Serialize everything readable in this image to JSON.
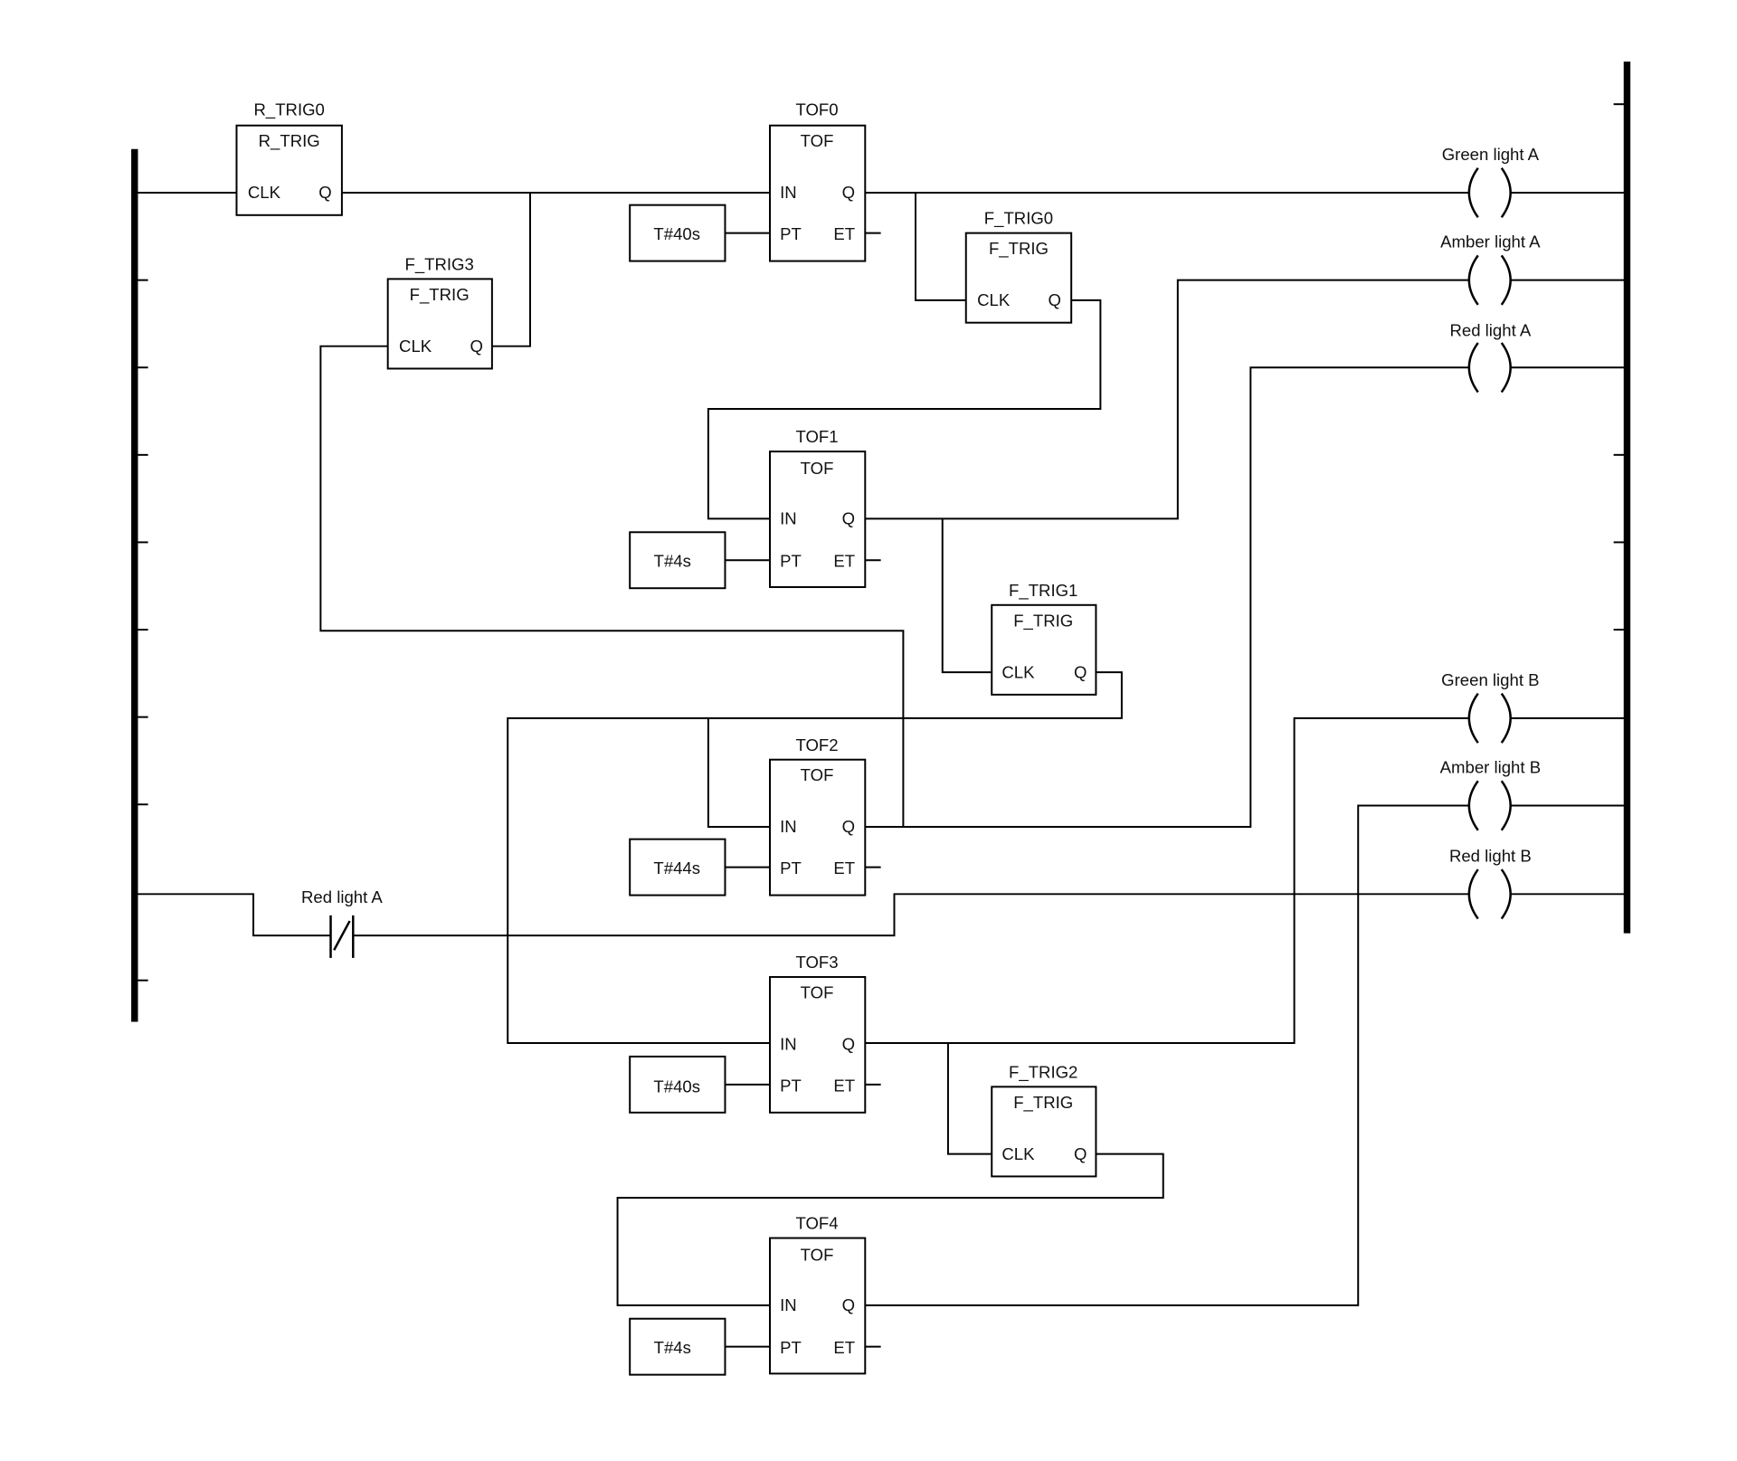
{
  "blocks": {
    "r_trig0": {
      "instance": "R_TRIG0",
      "type": "R_TRIG",
      "pin_in": "CLK",
      "pin_out": "Q"
    },
    "f_trig0": {
      "instance": "F_TRIG0",
      "type": "F_TRIG",
      "pin_in": "CLK",
      "pin_out": "Q"
    },
    "f_trig1": {
      "instance": "F_TRIG1",
      "type": "F_TRIG",
      "pin_in": "CLK",
      "pin_out": "Q"
    },
    "f_trig2": {
      "instance": "F_TRIG2",
      "type": "F_TRIG",
      "pin_in": "CLK",
      "pin_out": "Q"
    },
    "f_trig3": {
      "instance": "F_TRIG3",
      "type": "F_TRIG",
      "pin_in": "CLK",
      "pin_out": "Q"
    },
    "tof0": {
      "instance": "TOF0",
      "type": "TOF",
      "pin_in": "IN",
      "pin_pt": "PT",
      "pin_q": "Q",
      "pin_et": "ET",
      "preset": "T#40s"
    },
    "tof1": {
      "instance": "TOF1",
      "type": "TOF",
      "pin_in": "IN",
      "pin_pt": "PT",
      "pin_q": "Q",
      "pin_et": "ET",
      "preset": "T#4s"
    },
    "tof2": {
      "instance": "TOF2",
      "type": "TOF",
      "pin_in": "IN",
      "pin_pt": "PT",
      "pin_q": "Q",
      "pin_et": "ET",
      "preset": "T#44s"
    },
    "tof3": {
      "instance": "TOF3",
      "type": "TOF",
      "pin_in": "IN",
      "pin_pt": "PT",
      "pin_q": "Q",
      "pin_et": "ET",
      "preset": "T#40s"
    },
    "tof4": {
      "instance": "TOF4",
      "type": "TOF",
      "pin_in": "IN",
      "pin_pt": "PT",
      "pin_q": "Q",
      "pin_et": "ET",
      "preset": "T#4s"
    }
  },
  "coils": {
    "green_a": "Green light A",
    "amber_a": "Amber light A",
    "red_a": "Red light A",
    "green_b": "Green light B",
    "amber_b": "Amber light B",
    "red_b": "Red light B"
  },
  "contacts": {
    "red_a_nc": {
      "label": "Red light A",
      "kind": "normally-closed"
    }
  }
}
